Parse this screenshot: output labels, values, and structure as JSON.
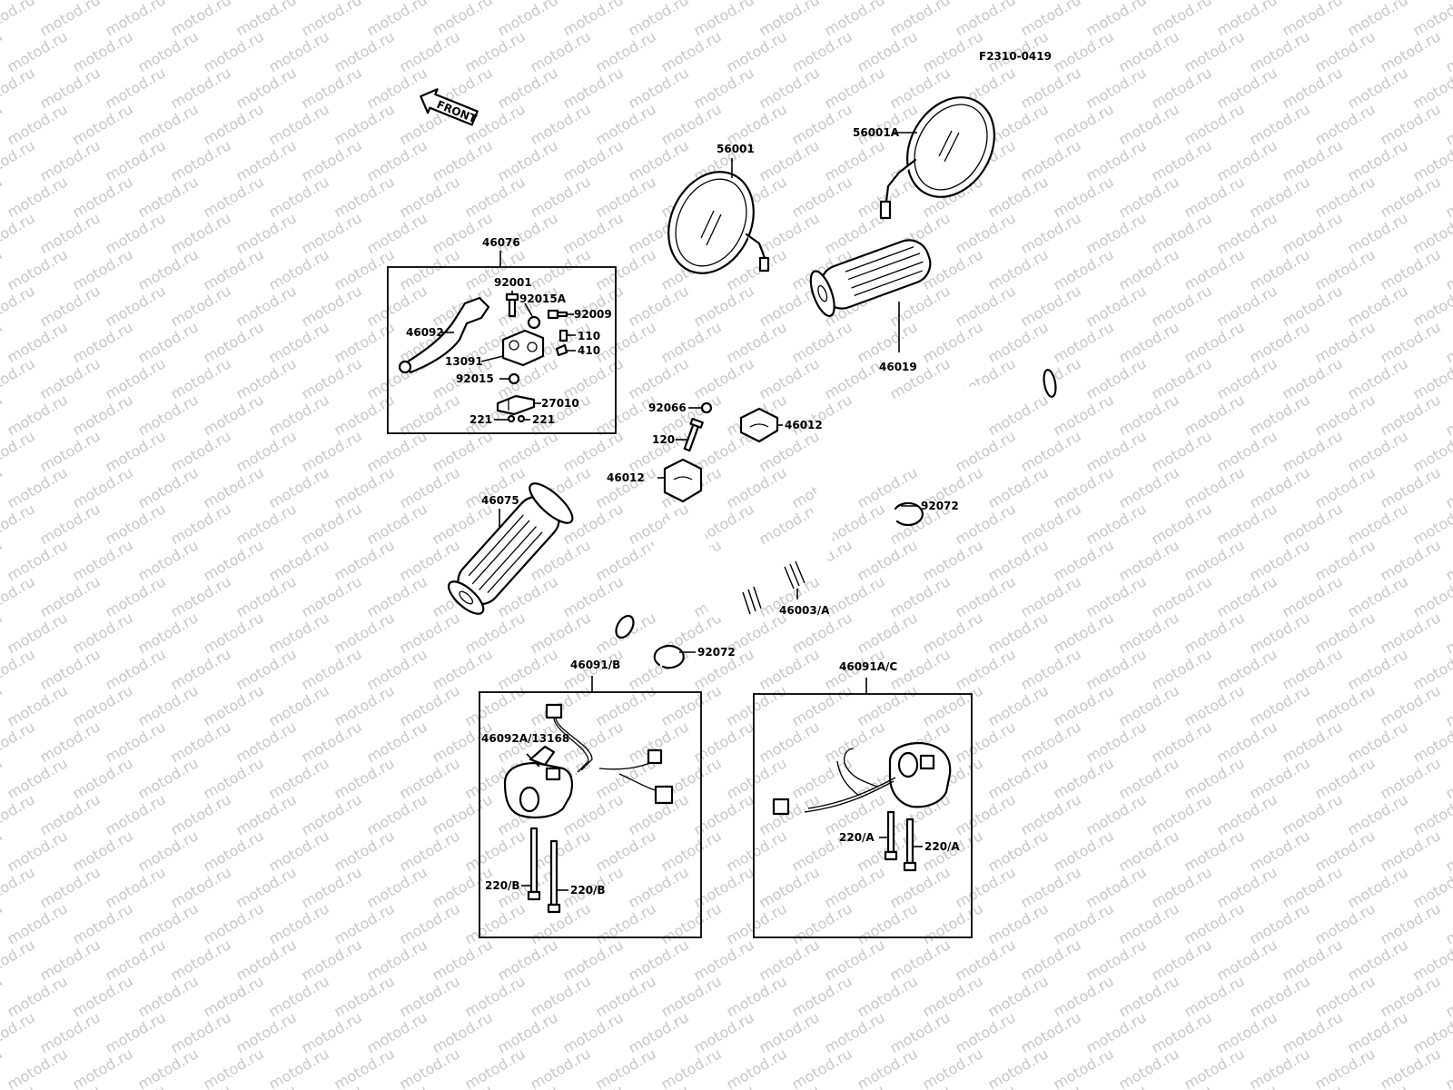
{
  "diagram": {
    "code": "F2310-0419",
    "front_arrow": "FRONT",
    "watermark": "motod.ru",
    "labels": {
      "l56001": "56001",
      "l56001a": "56001A",
      "l46076": "46076",
      "l92001": "92001",
      "l92015a": "92015A",
      "l92009": "92009",
      "l46092": "46092",
      "l110": "110",
      "l410": "410",
      "l13091": "13091",
      "l92015": "92015",
      "l27010": "27010",
      "l221a": "221",
      "l221b": "221",
      "l46019": "46019",
      "l92066": "92066",
      "l46012a": "46012",
      "l120": "120",
      "l46012b": "46012",
      "l92072a": "92072",
      "l46075": "46075",
      "l46003a": "46003/A",
      "l92072b": "92072",
      "l46091b": "46091/B",
      "l46092a13168": "46092A/13168",
      "l220ba": "220/B",
      "l220bb": "220/B",
      "l46091ac": "46091A/C",
      "l220aa": "220/A",
      "l220ab": "220/A"
    }
  }
}
